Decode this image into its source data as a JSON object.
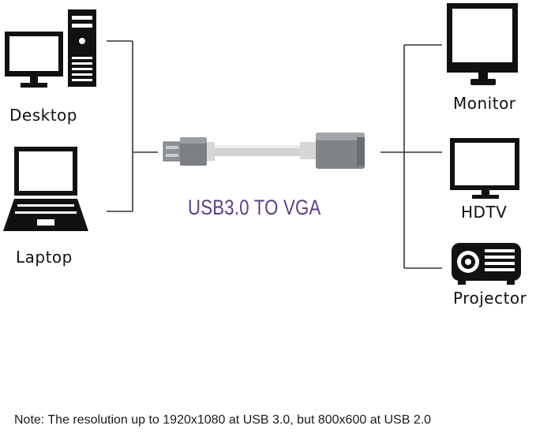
{
  "devices": {
    "desktop": "Desktop",
    "laptop": "Laptop",
    "monitor": "Monitor",
    "hdtv": "HDTV",
    "projector": "Projector"
  },
  "adapter_label": "USB3.0 TO  VGA",
  "note": "Note: The resolution up to 1920x1080 at USB 3.0, but 800x600 at USB 2.0",
  "colors": {
    "device": "#111111",
    "line": "#333333",
    "title": "#5b3f86",
    "cable": "#c4c4c4",
    "adapter": "#8a8a8a"
  }
}
